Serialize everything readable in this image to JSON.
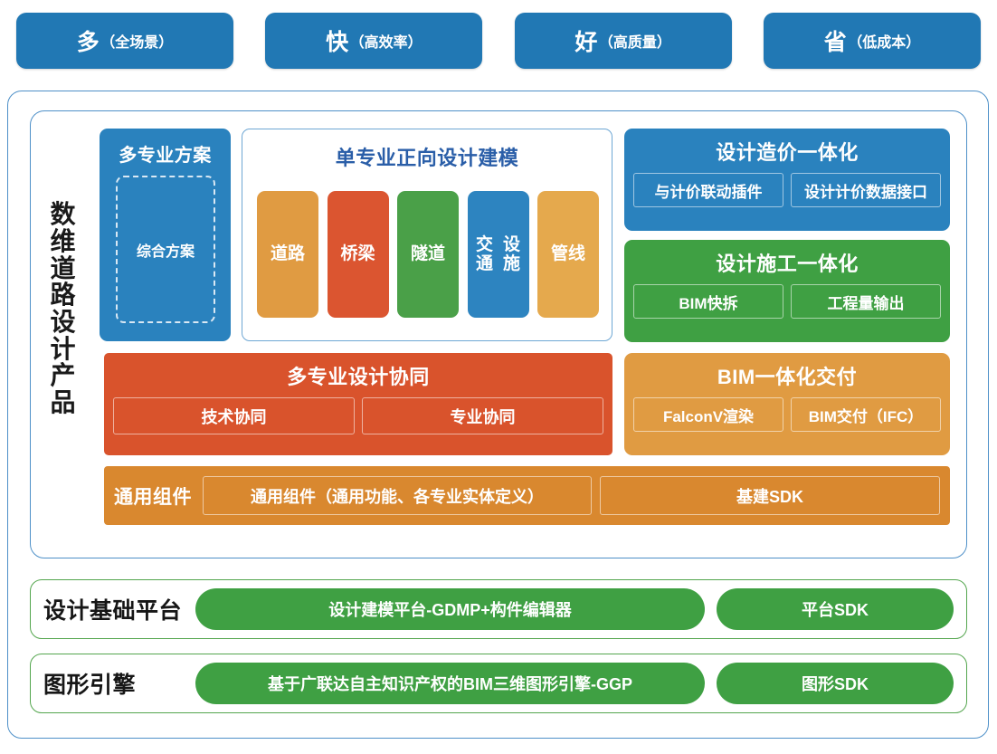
{
  "slogans": [
    {
      "main": "多",
      "sub": "（全场景）"
    },
    {
      "main": "快",
      "sub": "（高效率）"
    },
    {
      "main": "好",
      "sub": "（高质量）"
    },
    {
      "main": "省",
      "sub": "（低成本）"
    }
  ],
  "product": {
    "vertical_label": "数维道路设计产品",
    "multi_solution": {
      "title": "多专业方案",
      "inner": "综合方案"
    },
    "single_modeling": {
      "title": "单专业正向设计建模",
      "chips": [
        {
          "label": "道路",
          "color": "#E09B42"
        },
        {
          "label": "桥梁",
          "color": "#DB5530"
        },
        {
          "label": "隧道",
          "color": "#4AA048"
        },
        {
          "label": "交通\n设施",
          "color": "#2D84C0"
        },
        {
          "label": "管线",
          "color": "#E5A94D"
        }
      ]
    },
    "cards": [
      {
        "title": "设计造价一体化",
        "color": "#2A82BE",
        "items": [
          "与计价联动插件",
          "设计计价数据接口"
        ]
      },
      {
        "title": "设计施工一体化",
        "color": "#3FA043",
        "items": [
          "BIM快拆",
          "工程量输出"
        ]
      },
      {
        "title": "BIM一体化交付",
        "color": "#E09B42",
        "items": [
          "FalconV渲染",
          "BIM交付（IFC）"
        ]
      }
    ],
    "collaboration": {
      "title": "多专业设计协同",
      "color": "#D9532C",
      "items": [
        "技术协同",
        "专业协同"
      ]
    },
    "general_components": {
      "label": "通用组件",
      "color": "#D9882F",
      "main": "通用组件（通用功能、各专业实体定义）",
      "sdk": "基建SDK"
    }
  },
  "platforms": [
    {
      "label": "设计基础平台",
      "main": "设计建模平台-GDMP+构件编辑器",
      "sdk": "平台SDK"
    },
    {
      "label": "图形引擎",
      "main": "基于广联达自主知识产权的BIM三维图形引擎-GGP",
      "sdk": "图形SDK"
    }
  ],
  "colors": {
    "blue": "#2A82BE",
    "green": "#3FA043",
    "orange": "#E09B42",
    "red": "#D9532C",
    "general_orange": "#D9882F",
    "frame_blue": "#4E90C8",
    "frame_green": "#54A64E",
    "slogan_blue": "#2178B4"
  }
}
